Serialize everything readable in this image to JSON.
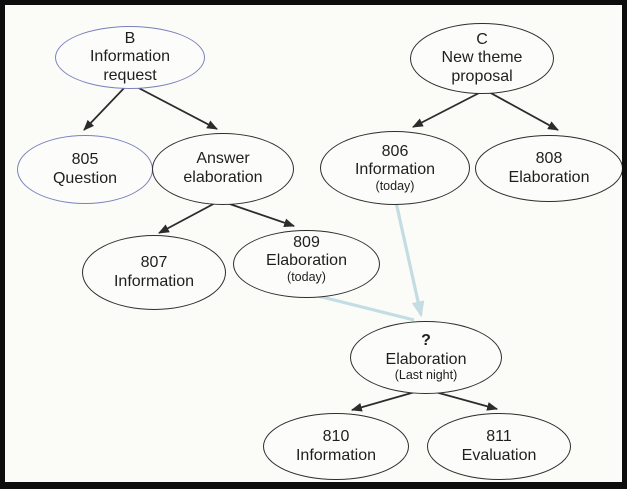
{
  "diagram": {
    "description": "Two discussion-thread trees (B and C) whose branches point to an uncertain elaboration node",
    "nodes": {
      "b": {
        "line1": "B",
        "line2": "Information",
        "line3": "request"
      },
      "c": {
        "line1": "C",
        "line2": "New theme",
        "line3": "proposal"
      },
      "n805": {
        "line1": "805",
        "line2": "Question"
      },
      "answer": {
        "line1": "Answer",
        "line2": "elaboration"
      },
      "n806": {
        "line1": "806",
        "line2": "Information",
        "note": "(today)"
      },
      "n808": {
        "line1": "808",
        "line2": "Elaboration"
      },
      "n807": {
        "line1": "807",
        "line2": "Information"
      },
      "n809": {
        "line1": "809",
        "line2": "Elaboration",
        "note": "(today)"
      },
      "q": {
        "line1": "?",
        "line2": "Elaboration",
        "note": "(Last night)"
      },
      "n810": {
        "line1": "810",
        "line2": "Information"
      },
      "n811": {
        "line1": "811",
        "line2": "Evaluation"
      }
    },
    "edges": [
      {
        "from": "b",
        "to": "n805",
        "style": "solid-black"
      },
      {
        "from": "b",
        "to": "answer",
        "style": "solid-black"
      },
      {
        "from": "answer",
        "to": "n807",
        "style": "solid-black"
      },
      {
        "from": "answer",
        "to": "n809",
        "style": "solid-black"
      },
      {
        "from": "c",
        "to": "n806",
        "style": "solid-black"
      },
      {
        "from": "c",
        "to": "n808",
        "style": "solid-black"
      },
      {
        "from": "n806",
        "to": "q",
        "style": "soft-blue"
      },
      {
        "from": "n809",
        "to": "q",
        "style": "soft-blue"
      },
      {
        "from": "q",
        "to": "n810",
        "style": "solid-black"
      },
      {
        "from": "q",
        "to": "n811",
        "style": "solid-black"
      }
    ],
    "colors": {
      "default_node_border": "#2e2e2e",
      "highlight_node_border": "#7b80bd",
      "arrow": "#2c2c2c",
      "soft_arrow": "#c3dde2",
      "background": "#fbfbf8",
      "frame": "#0d0d0d"
    }
  }
}
